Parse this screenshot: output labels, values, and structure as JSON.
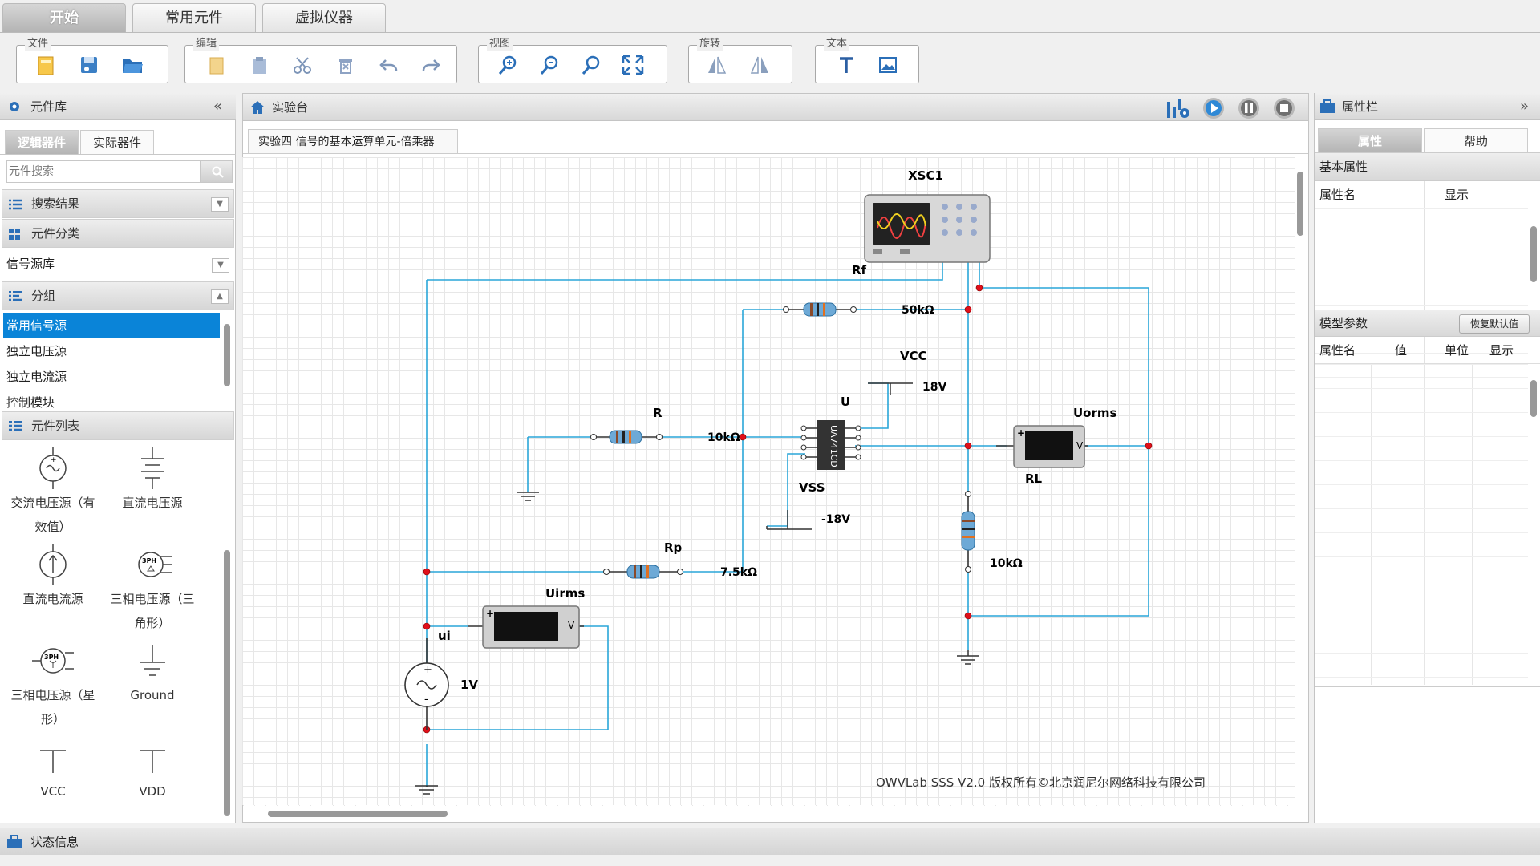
{
  "tabs": [
    "开始",
    "常用元件",
    "虚拟仪器"
  ],
  "toolbar": {
    "groups": [
      "文件",
      "编辑",
      "视图",
      "旋转",
      "文本"
    ]
  },
  "left": {
    "title": "元件库",
    "collapse": "«",
    "subtabs": [
      "逻辑器件",
      "实际器件"
    ],
    "search_placeholder": "元件搜索",
    "search_results": "搜索结果",
    "category_title": "元件分类",
    "category_value": "信号源库",
    "group_title": "分组",
    "groups": [
      "常用信号源",
      "独立电压源",
      "独立电流源",
      "控制模块"
    ],
    "list_title": "元件列表",
    "components": [
      {
        "label": "交流电压源（有效值）",
        "icon": "ac-source"
      },
      {
        "label": "直流电压源",
        "icon": "dc-source"
      },
      {
        "label": "直流电流源",
        "icon": "dc-current"
      },
      {
        "label": "三相电压源（三角形）",
        "icon": "3ph-delta"
      },
      {
        "label": "三相电压源（星形）",
        "icon": "3ph-star"
      },
      {
        "label": "Ground",
        "icon": "ground"
      },
      {
        "label": "VCC",
        "icon": "vcc"
      },
      {
        "label": "VDD",
        "icon": "vdd"
      }
    ]
  },
  "center": {
    "title": "实验台",
    "doc_tab": "实验四 信号的基本运算单元-倍乘器",
    "footer": "OWVLab SSS V2.0 版权所有©北京润尼尔网络科技有限公司",
    "circuit": {
      "xsc": "XSC1",
      "rf": "Rf",
      "rf_val": "50kΩ",
      "vcc": "VCC",
      "vcc_val": "18V",
      "r": "R",
      "r_val": "10kΩ",
      "u": "U",
      "chip": "UA741CD",
      "vss": "VSS",
      "vss_val": "-18V",
      "uorms": "Uorms",
      "rl": "RL",
      "rp": "Rp",
      "rp_val": "7.5kΩ",
      "uirms": "Uirms",
      "ui": "ui",
      "src_val": "1V",
      "r2_val": "10kΩ",
      "meter_v": "V",
      "meter_plus": "+",
      "meter_minus": "-"
    }
  },
  "right": {
    "title": "属性栏",
    "collapse": "»",
    "subtabs": [
      "属性",
      "帮助"
    ],
    "basic_title": "基本属性",
    "basic_cols": [
      "属性名",
      "显示"
    ],
    "model_title": "模型参数",
    "reset": "恢复默认值",
    "model_cols": [
      "属性名",
      "值",
      "单位",
      "显示"
    ]
  },
  "status": "状态信息",
  "colors": {
    "wire": "#2aa6d8",
    "node": "#e0101a",
    "selected": "#0a84d8"
  }
}
